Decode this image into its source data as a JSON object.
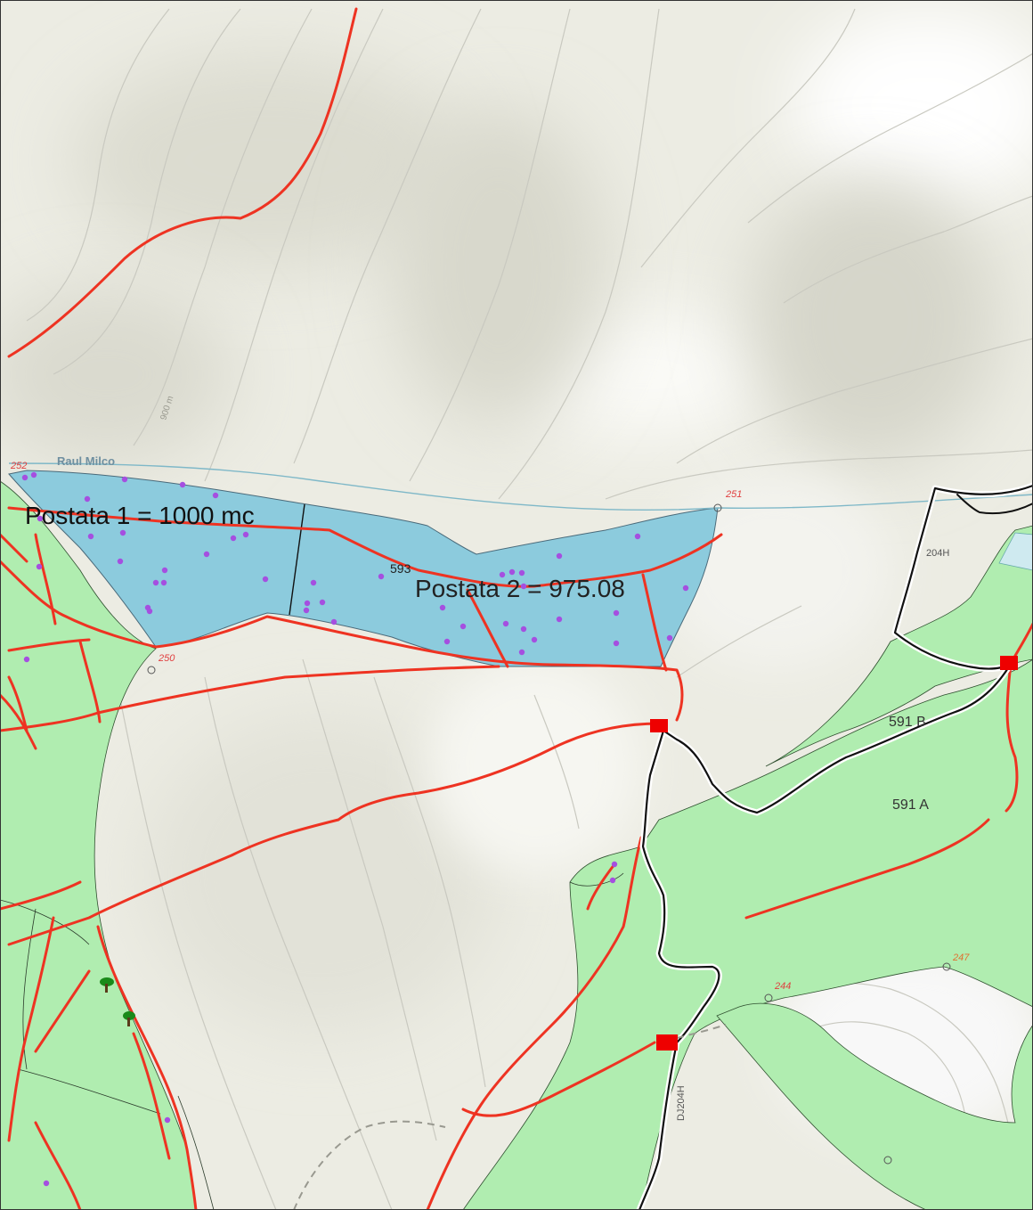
{
  "map": {
    "river_name": "Raul Milco",
    "contour_label": "900 m",
    "stand_labels": {
      "s593": "593",
      "s591b": "591 B",
      "s591a": "591 A"
    },
    "road_labels": {
      "r204h": "204H",
      "dj204h": "DJ204H"
    },
    "point_labels": {
      "p252": "252",
      "p251": "251",
      "p250": "250",
      "p244": "244",
      "p247": "247"
    },
    "annotations": {
      "post1": "Postata 1 = 1000 mc",
      "post2": "Postata 2 = 975.08"
    },
    "colors": {
      "terrain": "#efefe8",
      "forest": "#b0edb0",
      "parcel": "#8ccbdd",
      "road_red": "#ee3322",
      "road_black": "#111111",
      "marker": "#a54fe0",
      "stop": "#ee0000",
      "river": "#7fb8c8",
      "contour": "#c8c8c0"
    }
  }
}
